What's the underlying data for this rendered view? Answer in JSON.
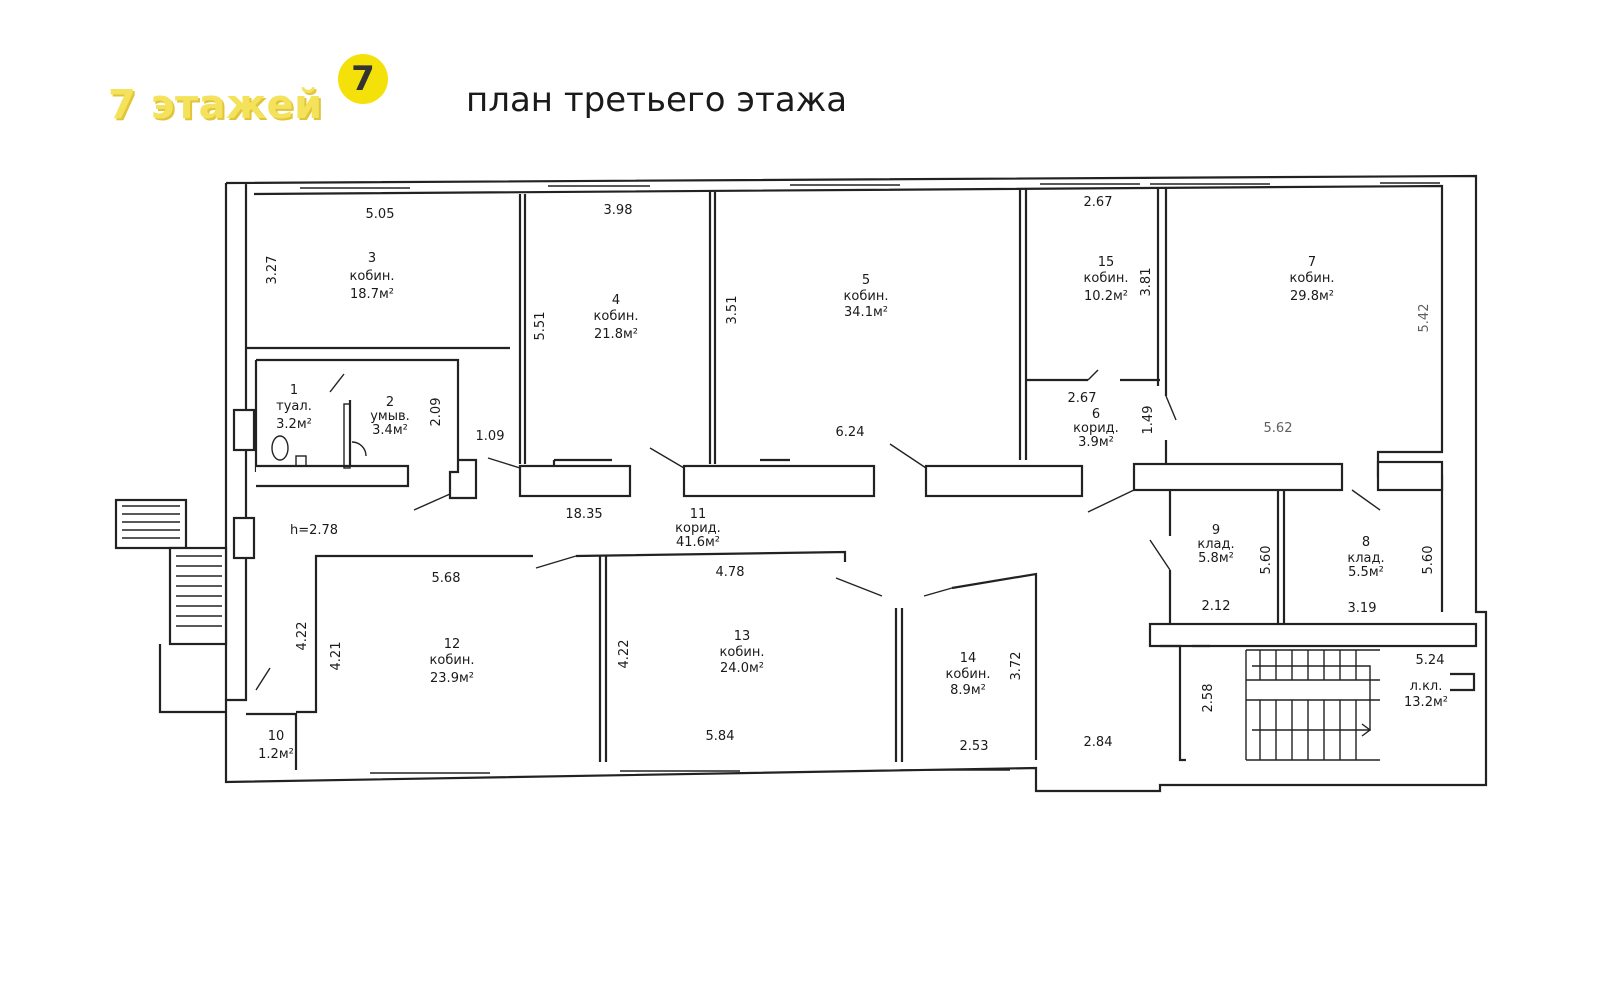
{
  "header": {
    "logo_text": "7 этажей",
    "logo_badge": "7",
    "title": "план третьего этажа"
  },
  "rooms": {
    "r1": {
      "num": "1",
      "name": "туал.",
      "area": "3.2м²"
    },
    "r2": {
      "num": "2",
      "name": "умыв.",
      "area": "3.4м²"
    },
    "r3": {
      "num": "3",
      "name": "кобин.",
      "area": "18.7м²"
    },
    "r4": {
      "num": "4",
      "name": "кобин.",
      "area": "21.8м²"
    },
    "r5": {
      "num": "5",
      "name": "кобин.",
      "area": "34.1м²"
    },
    "r6": {
      "num": "6",
      "name": "корид.",
      "area": "3.9м²"
    },
    "r7": {
      "num": "7",
      "name": "кобин.",
      "area": "29.8м²"
    },
    "r8": {
      "num": "8",
      "name": "клад.",
      "area": "5.5м²"
    },
    "r9": {
      "num": "9",
      "name": "клад.",
      "area": "5.8м²"
    },
    "r10": {
      "num": "10",
      "name": "",
      "area": "1.2м²"
    },
    "r11": {
      "num": "11",
      "name": "корид.",
      "area": "41.6м²"
    },
    "r12": {
      "num": "12",
      "name": "кобин.",
      "area": "23.9м²"
    },
    "r13": {
      "num": "13",
      "name": "кобин.",
      "area": "24.0м²"
    },
    "r14": {
      "num": "14",
      "name": "кобин.",
      "area": "8.9м²"
    },
    "r15": {
      "num": "15",
      "name": "кобин.",
      "area": "10.2м²"
    },
    "r16": {
      "num": "",
      "name": "л.кл.",
      "area": "13.2м²"
    }
  },
  "dimensions": {
    "d505": "5.05",
    "d327": "3.27",
    "d398": "3.98",
    "d551": "5.51",
    "d351": "3.51",
    "d267a": "2.67",
    "d381": "3.81",
    "d267b": "2.67",
    "d149": "1.49",
    "d624": "6.24",
    "d209": "2.09",
    "d109": "1.09",
    "d1835": "18.35",
    "dh": "h=2.78",
    "d568": "5.68",
    "d478": "4.78",
    "d422a": "4.22",
    "d421": "4.21",
    "d422b": "4.22",
    "d584": "5.84",
    "d372": "3.72",
    "d253": "2.53",
    "d284": "2.84",
    "d258": "2.58",
    "d560a": "5.60",
    "d560b": "5.60",
    "d212": "2.12",
    "d319": "3.19",
    "d524": "5.24",
    "d562": "5.62",
    "d542": "5.42"
  }
}
